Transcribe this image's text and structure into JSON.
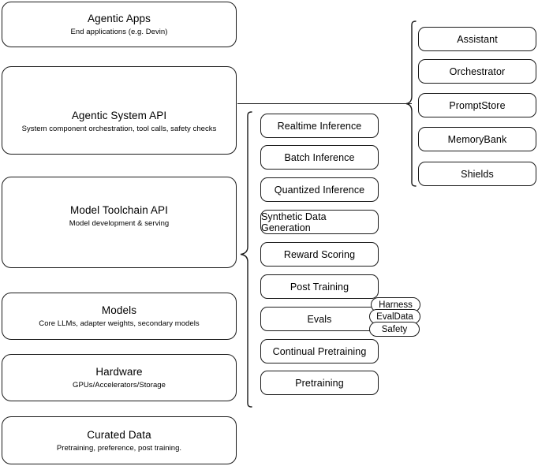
{
  "diagram": {
    "title": "Agentic AI stack layers",
    "stroke_color": "#1a1a1a",
    "background_color": "#ffffff"
  },
  "stack_layers": [
    {
      "name": "agentic-apps",
      "title": "Agentic Apps",
      "subtitle": "End applications (e.g. Devin)"
    },
    {
      "name": "agentic-system-api",
      "title": "Agentic System API",
      "subtitle": "System component orchestration, tool calls, safety checks"
    },
    {
      "name": "model-toolchain-api",
      "title": "Model Toolchain API",
      "subtitle": "Model development & serving"
    },
    {
      "name": "models",
      "title": "Models",
      "subtitle": "Core LLMs, adapter weights, secondary models"
    },
    {
      "name": "hardware",
      "title": "Hardware",
      "subtitle": "GPUs/Accelerators/Storage"
    },
    {
      "name": "curated-data",
      "title": "Curated Data",
      "subtitle": "Pretraining, preference, post training."
    }
  ],
  "system_components": [
    {
      "label": "Assistant"
    },
    {
      "label": "Orchestrator"
    },
    {
      "label": "PromptStore"
    },
    {
      "label": "MemoryBank"
    },
    {
      "label": "Shields"
    }
  ],
  "toolchain_components": [
    {
      "label": "Realtime Inference"
    },
    {
      "label": "Batch Inference"
    },
    {
      "label": "Quantized Inference"
    },
    {
      "label": "Synthetic Data Generation"
    },
    {
      "label": "Reward Scoring"
    },
    {
      "label": "Post Training"
    },
    {
      "label": "Evals"
    },
    {
      "label": "Continual Pretraining"
    },
    {
      "label": "Pretraining"
    }
  ],
  "evals_subcomponents": [
    {
      "label": "Harness"
    },
    {
      "label": "EvalData"
    },
    {
      "label": "Safety"
    }
  ]
}
